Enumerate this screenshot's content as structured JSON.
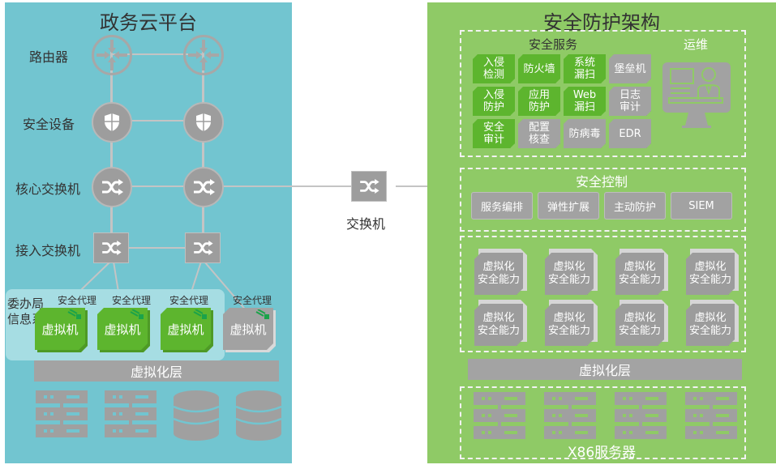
{
  "left_panel": {
    "title": "政务云平台",
    "labels": {
      "router": "路由器",
      "security_device": "安全设备",
      "core_switch": "核心交换机",
      "access_switch": "接入交换机",
      "department_system": "委办局\n信息系统"
    },
    "agents": [
      "安全代理",
      "安全代理",
      "安全代理",
      "安全代理"
    ],
    "vms": [
      {
        "label": "虚拟机",
        "status": "green"
      },
      {
        "label": "虚拟机",
        "status": "green"
      },
      {
        "label": "虚拟机",
        "status": "green"
      },
      {
        "label": "虚拟机",
        "status": "gray"
      }
    ],
    "virtualization_layer": "虚拟化层",
    "hardware_icons": [
      "server-icon",
      "server-icon",
      "database-icon",
      "database-icon"
    ]
  },
  "middle": {
    "switch_label": "交换机",
    "switch_icon": "shuffle-icon"
  },
  "right_panel": {
    "title": "安全防护架构",
    "security_services": {
      "title": "安全服务",
      "items": [
        {
          "label": "入侵\n检测",
          "status": "green"
        },
        {
          "label": "防火墙",
          "status": "green"
        },
        {
          "label": "系统\n漏扫",
          "status": "green"
        },
        {
          "label": "堡垒机",
          "status": "gray"
        },
        {
          "label": "入侵\n防护",
          "status": "green"
        },
        {
          "label": "应用\n防护",
          "status": "green"
        },
        {
          "label": "Web\n漏扫",
          "status": "green"
        },
        {
          "label": "日志\n审计",
          "status": "gray"
        },
        {
          "label": "安全\n审计",
          "status": "green"
        },
        {
          "label": "配置\n核查",
          "status": "gray"
        },
        {
          "label": "防病毒",
          "status": "gray"
        },
        {
          "label": "EDR",
          "status": "gray"
        }
      ]
    },
    "operations": {
      "title": "运维",
      "icon": "operator-monitor-icon"
    },
    "security_control": {
      "title": "安全控制",
      "items": [
        "服务编排",
        "弹性扩展",
        "主动防护",
        "SIEM"
      ]
    },
    "capabilities": {
      "items": [
        "虚拟化\n安全能力",
        "虚拟化\n安全能力",
        "虚拟化\n安全能力",
        "虚拟化\n安全能力",
        "虚拟化\n安全能力",
        "虚拟化\n安全能力",
        "虚拟化\n安全能力",
        "虚拟化\n安全能力"
      ]
    },
    "virtualization_layer": "虚拟化层",
    "servers_label": "X86服务器"
  },
  "colors": {
    "left_bg": "#72c5d0",
    "right_bg": "#8fca66",
    "green_tile": "#5db52e",
    "gray_tile": "#a2a2a2"
  }
}
